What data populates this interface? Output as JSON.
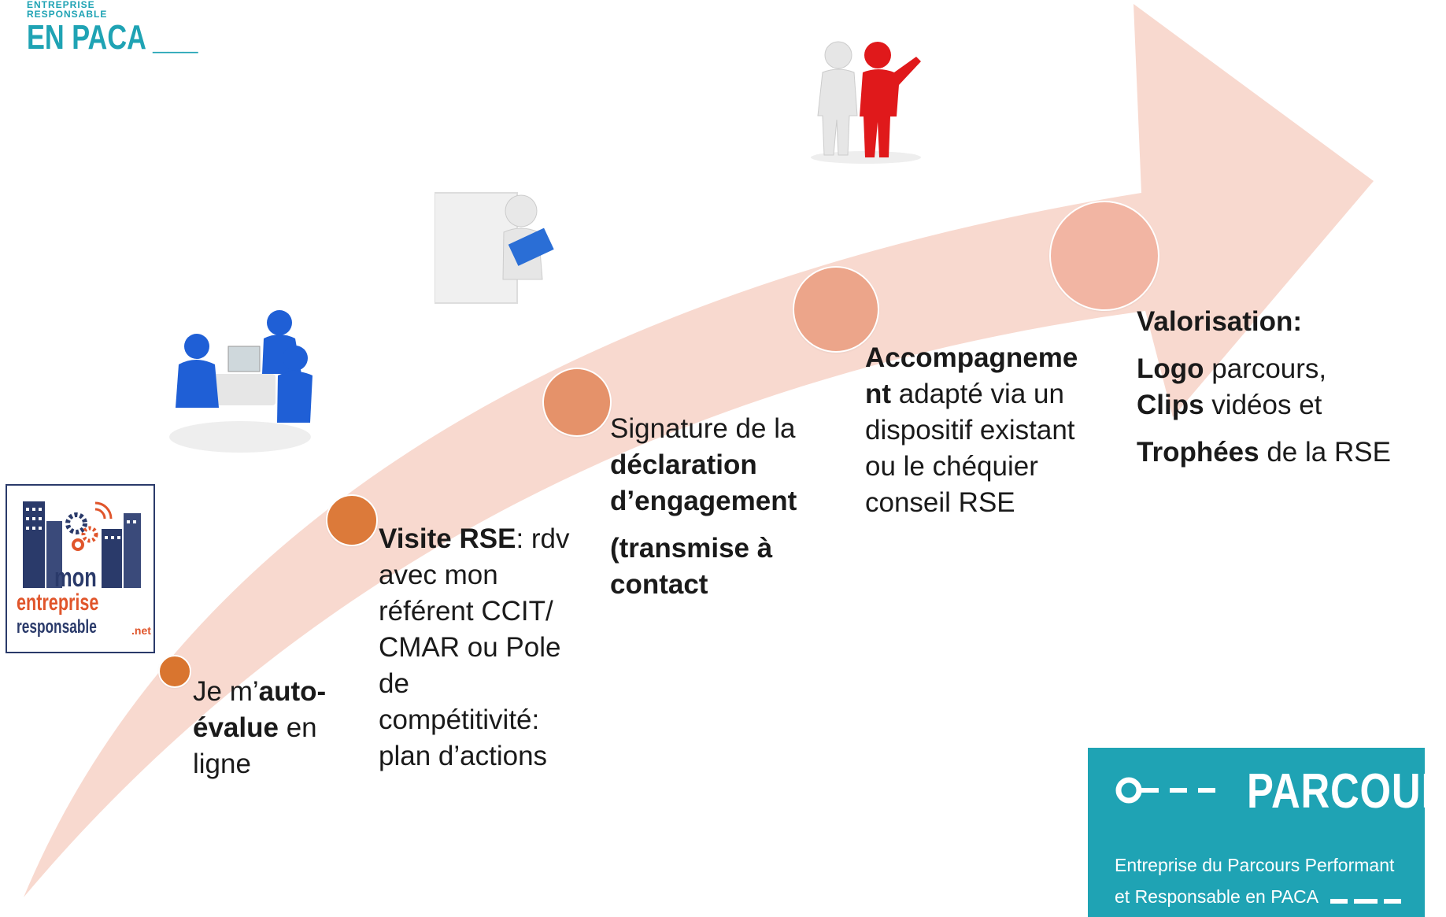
{
  "logo_top": {
    "small_text": "ENTREPRISE RESPONSABLE",
    "big_text": "EN PACA ___"
  },
  "logo_mer": {
    "line1": "mon",
    "line2": "entreprise",
    "line3": "responsable",
    "suffix": ".net"
  },
  "logo_parcours": {
    "title": "PARCOURS",
    "line1": "Entreprise du Parcours Performant",
    "line2": "et Responsable en PACA"
  },
  "steps": [
    {
      "color": "#d9752f",
      "parts": [
        {
          "text": "Je m’",
          "bold": false
        },
        {
          "text": "auto-évalue",
          "bold": true
        },
        {
          "text": " en ligne",
          "bold": false
        }
      ]
    },
    {
      "color": "#dc7a3a",
      "parts": [
        {
          "text": "Visite RSE",
          "bold": true
        },
        {
          "text": ": rdv avec mon référent CCIT/ CMAR ou Pole de compétitivité: plan d’actions",
          "bold": false
        }
      ]
    },
    {
      "color": "#e5926a",
      "line1": "Signature de la",
      "line2": "déclaration",
      "line3": "d’engagement",
      "line4": "(transmise à",
      "line5": "contact"
    },
    {
      "color": "#eca58a",
      "bold": "Accompagnement",
      "rest": " adapté via un dispositif existant ou  le chéquier conseil RSE"
    },
    {
      "color": "#f2b5a3",
      "heading": "Valorisation:",
      "l1_bold": "Logo",
      "l1_rest": " parcours,",
      "l2_bold": "Clips",
      "l2_rest": " vidéos et",
      "l3_bold": "Trophées",
      "l3_rest": " de la RSE"
    }
  ],
  "colors": {
    "arrow_fill": "#f8d9cf",
    "brand_teal": "#1fa3b4"
  }
}
